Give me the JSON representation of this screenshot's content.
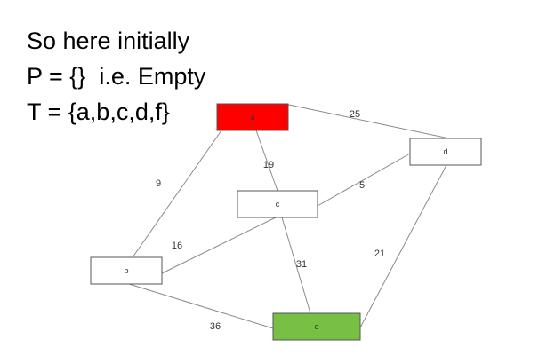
{
  "text": {
    "line1": "So here initially",
    "line2": "P = {}  i.e. Empty",
    "line3": "T = {a,b,c,d,f}"
  },
  "graph": {
    "nodes": [
      {
        "id": "a",
        "label": "a",
        "fill": "#ff0000"
      },
      {
        "id": "b",
        "label": "b",
        "fill": "#ffffff"
      },
      {
        "id": "c",
        "label": "c",
        "fill": "#ffffff"
      },
      {
        "id": "d",
        "label": "d",
        "fill": "#ffffff"
      },
      {
        "id": "e",
        "label": "e",
        "fill": "#77c043"
      }
    ],
    "edges": [
      {
        "from": "a",
        "to": "d",
        "weight": "25"
      },
      {
        "from": "a",
        "to": "c",
        "weight": "19"
      },
      {
        "from": "a",
        "to": "b",
        "weight": "9"
      },
      {
        "from": "c",
        "to": "d",
        "weight": "5"
      },
      {
        "from": "c",
        "to": "b",
        "weight": "16"
      },
      {
        "from": "c",
        "to": "e",
        "weight": "31"
      },
      {
        "from": "d",
        "to": "e",
        "weight": "21"
      },
      {
        "from": "b",
        "to": "e",
        "weight": "36"
      }
    ]
  }
}
